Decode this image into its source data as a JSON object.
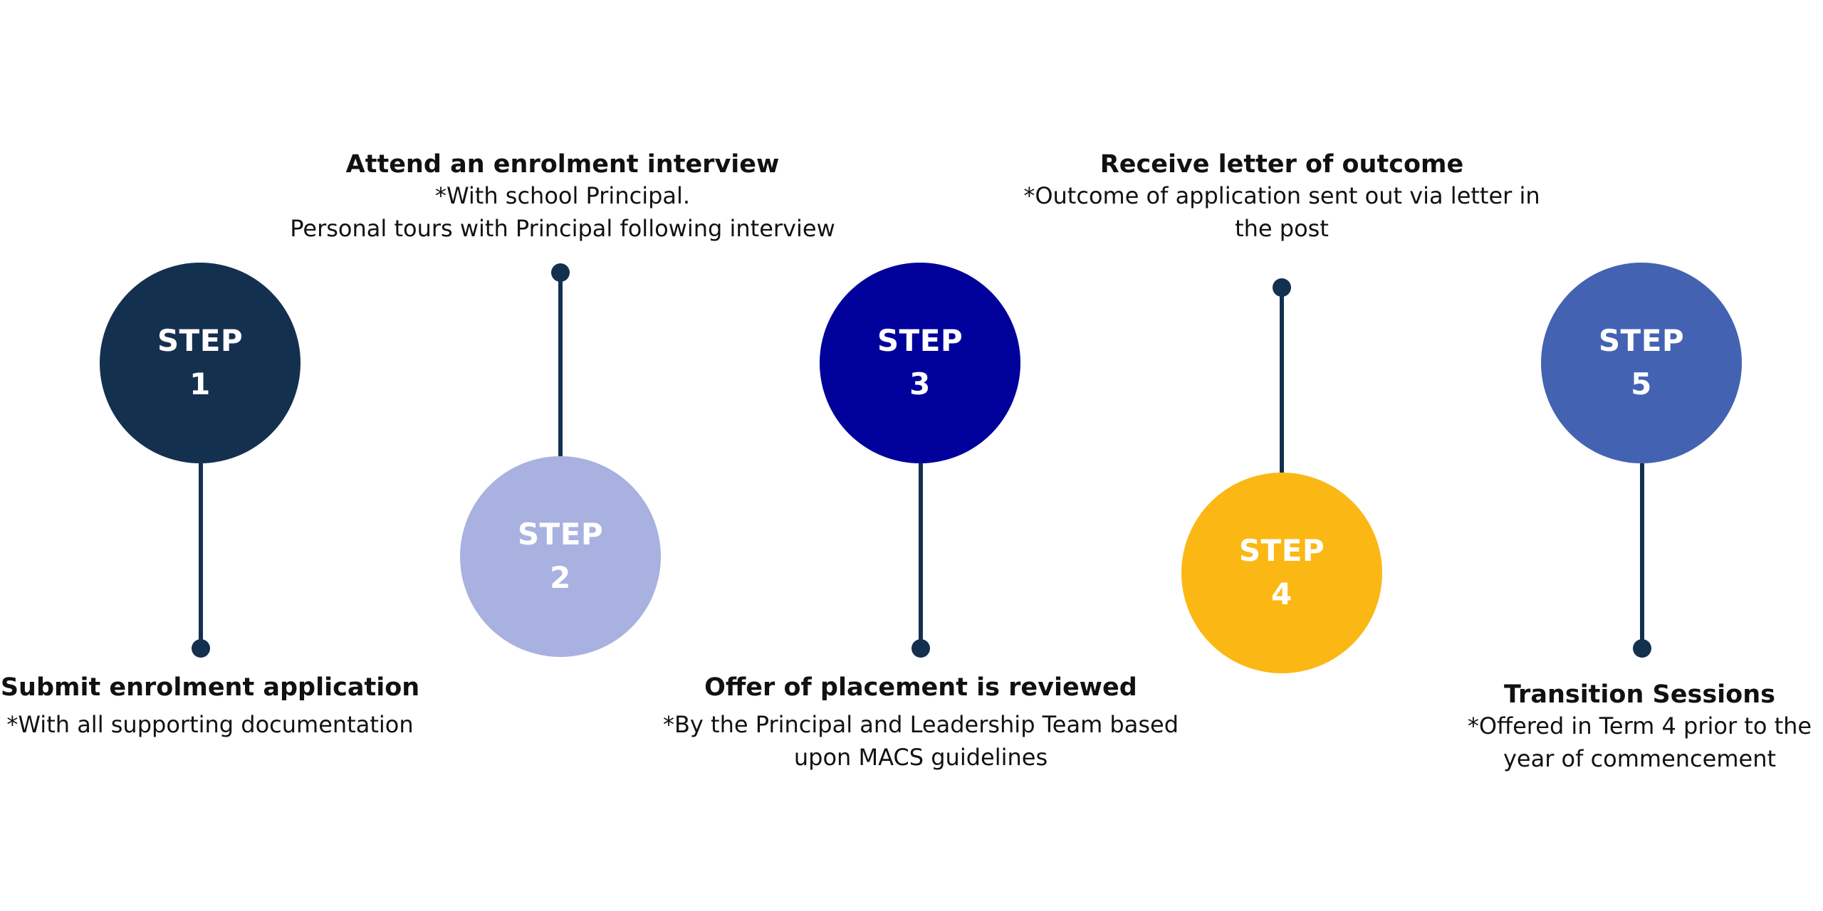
{
  "steps": [
    {
      "label_top": "STEP",
      "number": "1",
      "color": "#14304f",
      "title": "Submit enrolment application",
      "note": "*With all supporting documentation"
    },
    {
      "label_top": "STEP",
      "number": "2",
      "color": "#a8b1df",
      "title": "Attend an enrolment interview",
      "note_line1": "*With school Principal.",
      "note_line2": "Personal tours with Principal following interview"
    },
    {
      "label_top": "STEP",
      "number": "3",
      "color": "#00009a",
      "title": "Offer of placement is reviewed",
      "note_line1": "*By the Principal and Leadership Team based",
      "note_line2": "upon MACS guidelines"
    },
    {
      "label_top": "STEP",
      "number": "4",
      "color": "#fbb814",
      "title": "Receive letter of outcome",
      "note_line1": "*Outcome of application sent out via letter in",
      "note_line2": "the post"
    },
    {
      "label_top": "STEP",
      "number": "5",
      "color": "#4363b2",
      "title": "Transition Sessions",
      "note_line1": "*Offered in Term 4 prior to the",
      "note_line2": "year of commencement"
    }
  ],
  "colors": {
    "connector": "#14304f",
    "text": "#111111"
  }
}
